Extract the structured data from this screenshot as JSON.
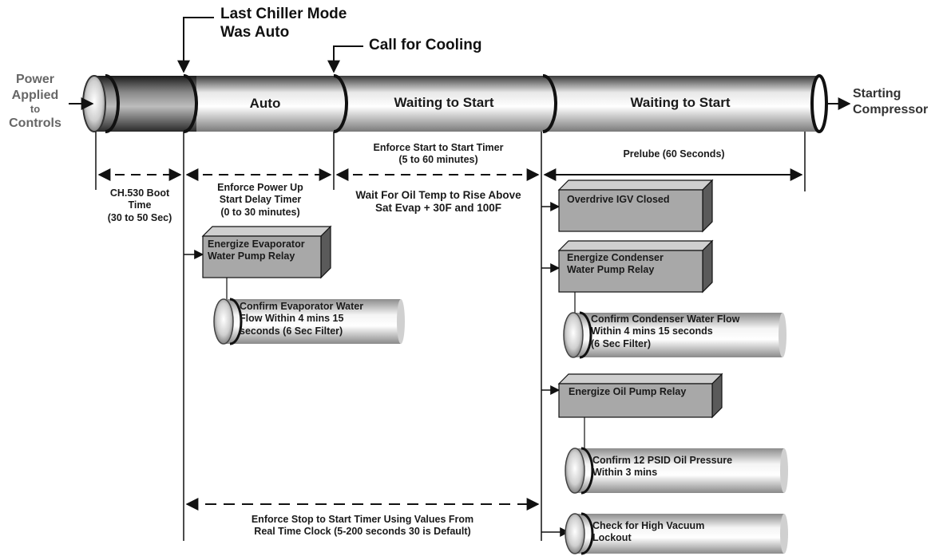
{
  "callouts": {
    "last_mode_line1": "Last Chiller Mode",
    "last_mode_line2": "Was Auto",
    "call_for_cooling": "Call for Cooling"
  },
  "side_labels": {
    "left": [
      "Power",
      "Applied",
      "to",
      "Controls"
    ],
    "right": [
      "Starting",
      "Compressor"
    ]
  },
  "segments": {
    "auto": "Auto",
    "waiting1": "Waiting to Start",
    "waiting2": "Waiting to Start"
  },
  "timers": {
    "boot": [
      "CH.530 Boot",
      "Time",
      "(30 to 50 Sec)"
    ],
    "powerup": [
      "Enforce Power Up",
      "Start Delay Timer",
      "(0 to 30 minutes)"
    ],
    "start_to_start": [
      "Enforce Start to Start Timer",
      "(5 to 60 minutes)"
    ],
    "oil_temp": [
      "Wait For Oil Temp  to Rise Above",
      "Sat Evap + 30F and 100F"
    ],
    "prelube": "Prelube (60 Seconds)",
    "stop_to_start": [
      "Enforce Stop to Start Timer Using  Values From",
      "Real Time Clock (5-200 seconds 30 is Default)"
    ]
  },
  "boxes": {
    "evap_pump": [
      "Energize Evaporator",
      "Water Pump Relay"
    ],
    "igv": "Overdrive IGV Closed",
    "cond_pump": [
      "Energize Condenser",
      "Water Pump Relay"
    ],
    "oil_pump": "Energize Oil Pump Relay"
  },
  "cylinders": {
    "evap_flow": [
      "Confirm Evaporator Water",
      "Flow  Within 4 mins 15",
      "seconds (6 Sec Filter)"
    ],
    "cond_flow": [
      "Confirm Condenser Water Flow",
      "Within 4 mins 15 seconds",
      "(6 Sec Filter)"
    ],
    "oil_pressure": [
      "Confirm 12 PSID Oil Pressure",
      "Within 3 mins"
    ],
    "vacuum": [
      "Check for High Vacuum",
      "Lockout"
    ]
  }
}
